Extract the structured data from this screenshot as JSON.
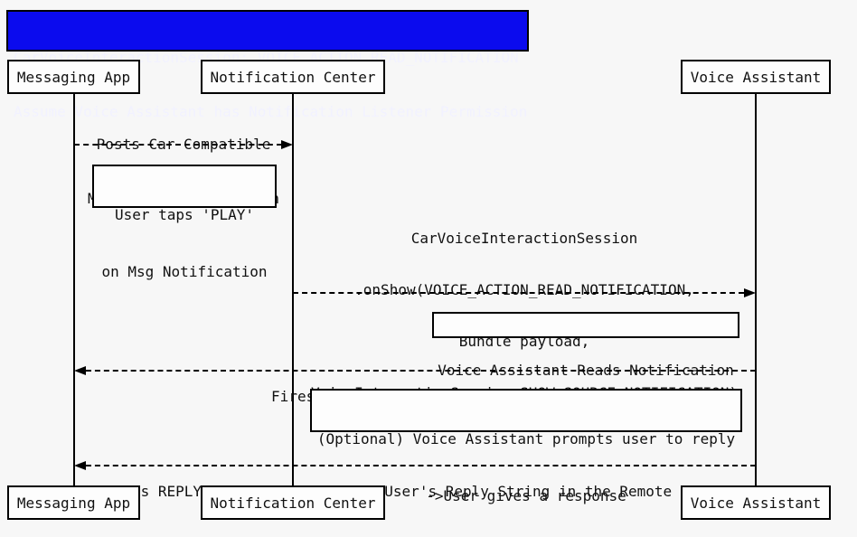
{
  "title": {
    "line1": "CarVoiceInteractionSession: VOICE_ACTION_READ_NOTIFICATION",
    "line2": "Assume Voice Assistant has Notification Listener Permission"
  },
  "participants": {
    "messaging_app": "Messaging App",
    "notification_center": "Notification Center",
    "voice_assistant": "Voice Assistant"
  },
  "messages": {
    "post_notification": {
      "line1": "Posts Car Compatible",
      "line2": "Messaging Notification"
    },
    "on_show": {
      "line1": "CarVoiceInteractionSession",
      "line2": ".onShow(VOICE_ACTION_READ_NOTIFICATION,",
      "line3": "Bundle payload,",
      "line4": "VoiceInteractionSession.SHOW_SOURCE_NOTIFICATION)"
    },
    "mark_as_read": "Fires MARK_AS_READ Pending Intent",
    "reply": "Fires REPLY Pending Intent with User's Reply String in the Remote Input"
  },
  "notes": {
    "user_taps": {
      "line1": "User taps 'PLAY'",
      "line2": "on Msg Notification"
    },
    "reads_notification": "Voice Assistant Reads Notification",
    "optional_prompt": {
      "line1": "(Optional) Voice Assistant prompts user to reply",
      "line2": "->User gives a response"
    }
  },
  "colors": {
    "title_background": "#0b0bee",
    "title_text": "#f2f2ff",
    "line_color": "#000000",
    "page_background": "#f7f7f7",
    "box_background": "#fdfdfd"
  }
}
